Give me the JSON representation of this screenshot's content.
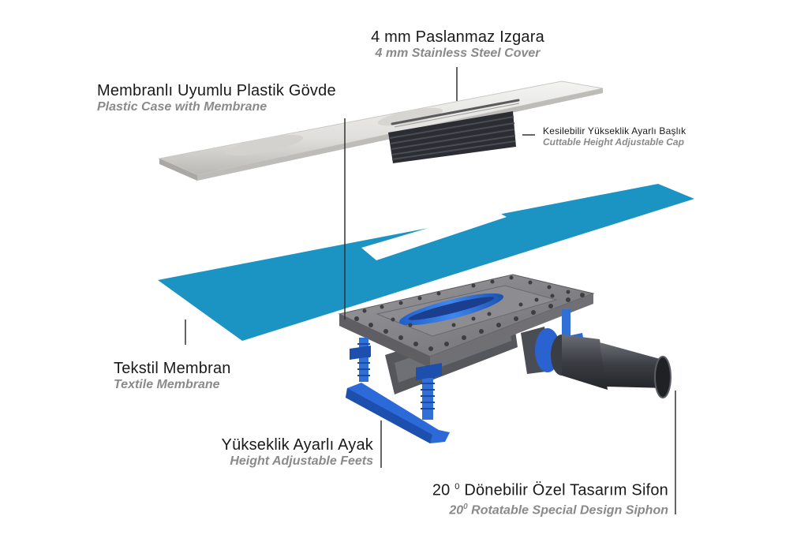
{
  "labels": {
    "cover": {
      "tr": "4 mm Paslanmaz Izgara",
      "en": "4 mm Stainless Steel Cover"
    },
    "case": {
      "tr": "Membranlı Uyumlu Plastik Gövde",
      "en": "Plastic Case with Membrane"
    },
    "cap": {
      "tr": "Kesilebilir Yükseklik Ayarlı Başlık",
      "en": "Cuttable Height Adjustable Cap"
    },
    "membrane": {
      "tr": "Tekstil Membran",
      "en": "Textile Membrane"
    },
    "feet": {
      "tr": "Yükseklik Ayarlı Ayak",
      "en": "Height Adjustable Feets"
    },
    "siphon": {
      "tr_num": "20",
      "tr_sup": "0",
      "tr_text": "Dönebilir Özel Tasarım Sifon",
      "en_num": "20",
      "en_sup": "0",
      "en_text": "Rotatable Special Design Siphon"
    }
  },
  "colors": {
    "membrane": "#1b94c4",
    "blue_parts": "#2f6fd6",
    "steel": "#e2e2e0",
    "body_grey": "#7d7d80",
    "siphon": "#3c3f45"
  }
}
